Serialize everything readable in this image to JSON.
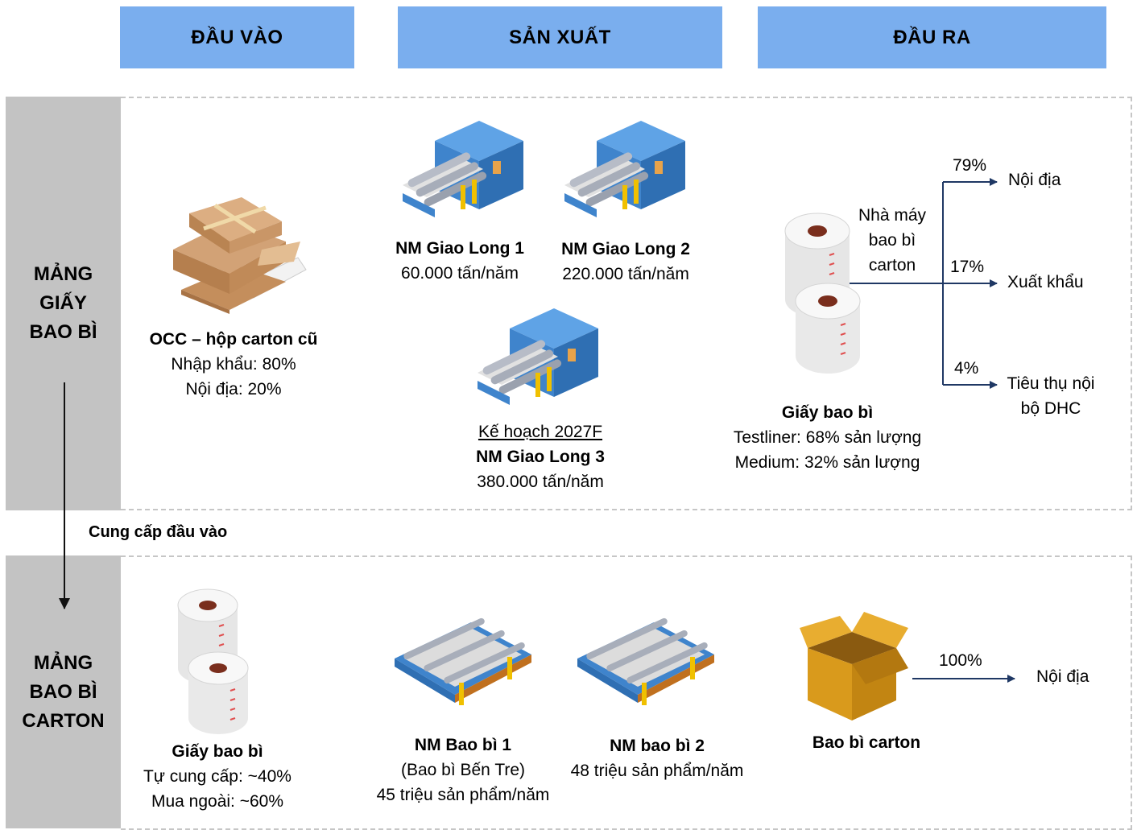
{
  "headers": [
    "ĐẦU VÀO",
    "SẢN XUẤT",
    "ĐẦU RA"
  ],
  "segments": {
    "paper": {
      "title_lines": [
        "MẢNG",
        "GIẤY",
        "BAO BÌ"
      ],
      "input": {
        "name": "OCC – hộp carton cũ",
        "lines": [
          "Nhập khẩu: 80%",
          "Nội địa: 20%"
        ]
      },
      "plants": [
        {
          "name": "NM Giao Long 1",
          "capacity": "60.000 tấn/năm"
        },
        {
          "name": "NM Giao Long 2",
          "capacity": "220.000 tấn/năm"
        },
        {
          "plan": "Kế hoạch 2027F",
          "name": "NM Giao Long 3",
          "capacity": "380.000 tấn/năm"
        }
      ],
      "output": {
        "name": "Giấy bao bì",
        "lines": [
          "Testliner: 68% sản lượng",
          "Medium: 32% sản lượng"
        ]
      },
      "channel_source": [
        "Nhà máy",
        "bao bì",
        "carton"
      ],
      "channels": [
        {
          "share": "79%",
          "label_lines": [
            "Nội địa"
          ]
        },
        {
          "share": "17%",
          "label_lines": [
            "Xuất khẩu"
          ]
        },
        {
          "share": "4%",
          "label_lines": [
            "Tiêu thụ nội",
            "bộ DHC"
          ]
        }
      ]
    },
    "link_label": "Cung cấp đầu vào",
    "packaging": {
      "title_lines": [
        "MẢNG",
        "BAO BÌ",
        "CARTON"
      ],
      "input": {
        "name": "Giấy bao bì",
        "lines": [
          "Tự cung cấp: ~40%",
          "Mua ngoài: ~60%"
        ]
      },
      "plants": [
        {
          "name": "NM Bao bì 1",
          "lines": [
            "(Bao bì Bến Tre)",
            "45 triệu sản phẩm/năm"
          ]
        },
        {
          "name": "NM bao bì 2",
          "lines": [
            "48 triệu sản phẩm/năm"
          ]
        }
      ],
      "output": {
        "name": "Bao bì carton"
      },
      "channel": {
        "share": "100%",
        "label": "Nội địa"
      }
    }
  },
  "colors": {
    "header_bg": "#7aaeee",
    "sidebar_bg": "#c3c3c3",
    "arrow": "#1f3864",
    "machine_blue": "#3f84cc",
    "box_gold": "#d99a1c",
    "cardboard": "#c8996a"
  }
}
